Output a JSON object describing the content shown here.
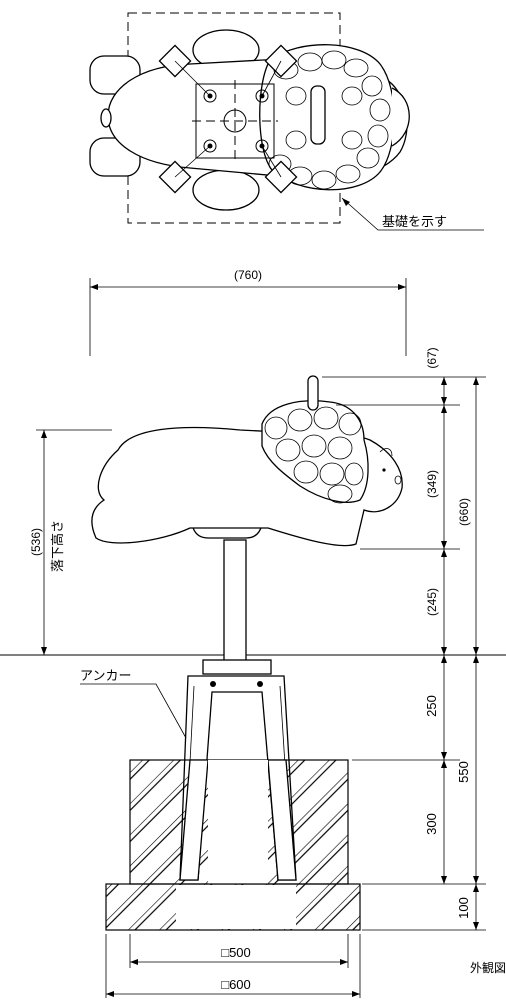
{
  "labels": {
    "foundation_note": "基礎を示す",
    "anchor": "アンカー",
    "fall_height": "落下高さ",
    "caption": "外観図"
  },
  "dimensions": {
    "width_overall": "(760)",
    "handle_height": "(67)",
    "body_height": "(349)",
    "seat_to_ground": "(245)",
    "total_above_ground": "(660)",
    "fall_height_value": "(536)",
    "base_upper": "250",
    "base_lower": "300",
    "footing": "100",
    "foundation_depth": "550",
    "foundation_square_inner": "□500",
    "foundation_square_outer": "□600"
  }
}
